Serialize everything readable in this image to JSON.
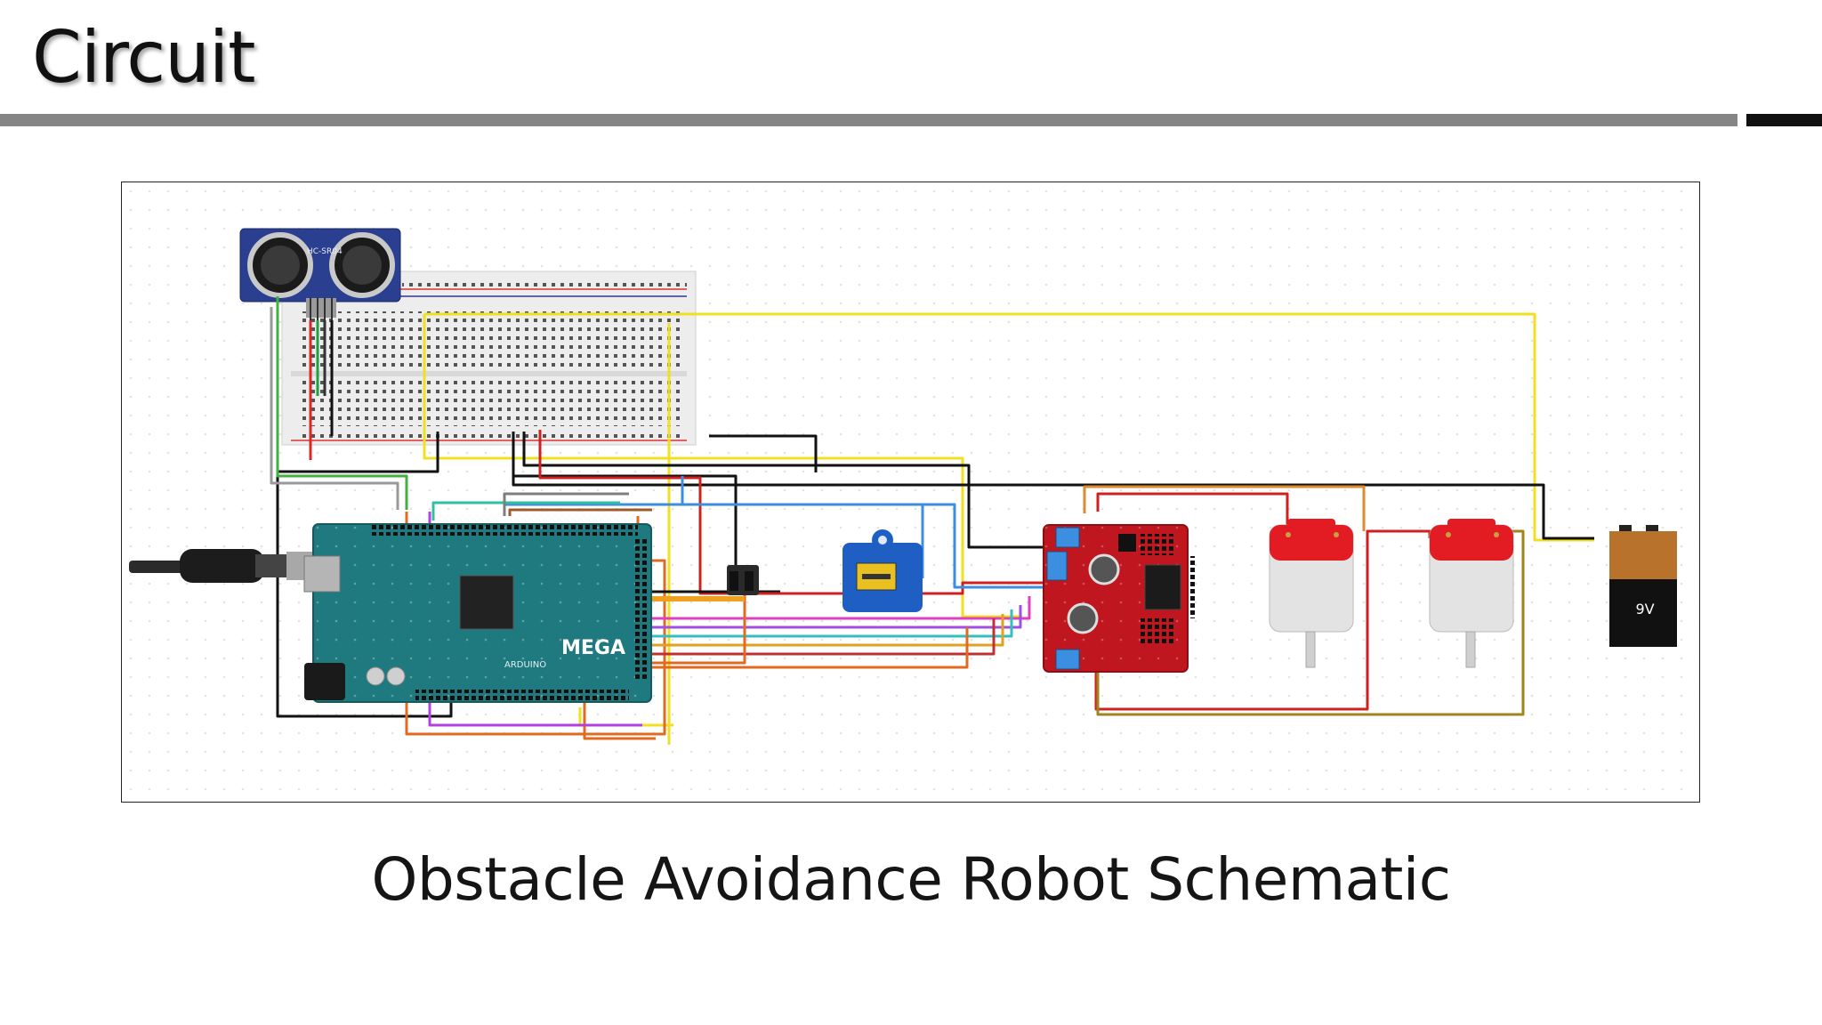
{
  "slide": {
    "title": "Circuit",
    "caption": "Obstacle Avoidance Robot Schematic"
  },
  "components": {
    "ultrasonic_sensor": {
      "label": "HC-SR04"
    },
    "arduino": {
      "logo": "MEGA",
      "brand": "ARDUINO"
    },
    "battery": {
      "label": "9V"
    }
  },
  "colors": {
    "rule_gray": "#858585",
    "rule_black": "#111111",
    "arduino_teal": "#1f7a7f",
    "driver_red": "#c0161f",
    "servo_blue": "#1f5fc4",
    "motor_red": "#e31c23",
    "battery_copper": "#b8722c"
  }
}
